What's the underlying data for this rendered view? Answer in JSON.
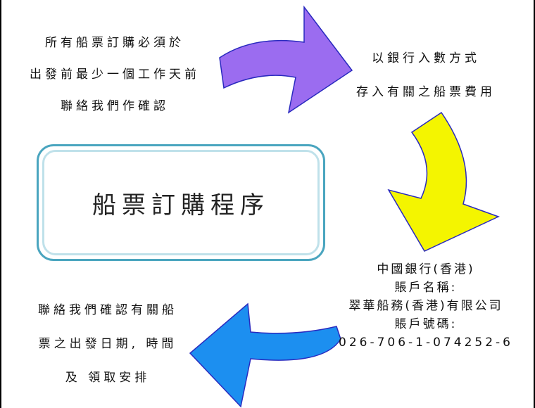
{
  "diagram": {
    "title": "船票訂購程序",
    "steps": [
      {
        "lines": [
          "所有船票訂購必須於",
          "出發前最少一個工作天前",
          "聯絡我們作確認"
        ]
      },
      {
        "lines": [
          "以銀行入數方式",
          "存入有關之船票費用"
        ]
      },
      {
        "lines": [
          "中國銀行(香港)",
          "賬戶名稱:",
          "翠華船務(香港)有限公司",
          "賬戶號碼:",
          "026-706-1-074252-6"
        ]
      },
      {
        "lines": [
          "聯絡我們確認有關船",
          "票之出發日期, 時間",
          "及 領取安排"
        ]
      }
    ],
    "arrow_colors": {
      "purple": "#9b6cf0",
      "yellow": "#f4f500",
      "blue": "#1c8ff0",
      "outline": "#2a2abf"
    }
  }
}
